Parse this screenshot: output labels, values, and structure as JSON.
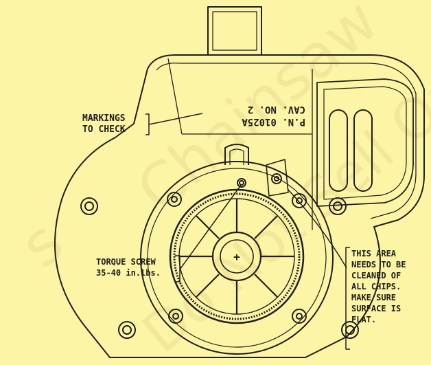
{
  "watermark": {
    "line1": "Chainsaw",
    "line2": "Do Not Sell Or R",
    "line3": "s"
  },
  "part_marking": {
    "line1": "P.N. 01025A",
    "line2": "CAV. NO. 2"
  },
  "callouts": {
    "markings": [
      "MARKINGS",
      "TO CHECK"
    ],
    "torque": [
      "TORQUE SCREW",
      "35-40 in.lbs."
    ],
    "clean_area": [
      "THIS AREA",
      "NEEDS TO BE",
      "CLEANED OF",
      "ALL CHIPS.",
      "MAKE SURE",
      "SURFACE IS",
      "FLAT."
    ]
  },
  "center_mark": "+",
  "colors": {
    "background": "#fdf5a6",
    "ink": "#1e1e1e",
    "watermark": "#e8d98a"
  }
}
